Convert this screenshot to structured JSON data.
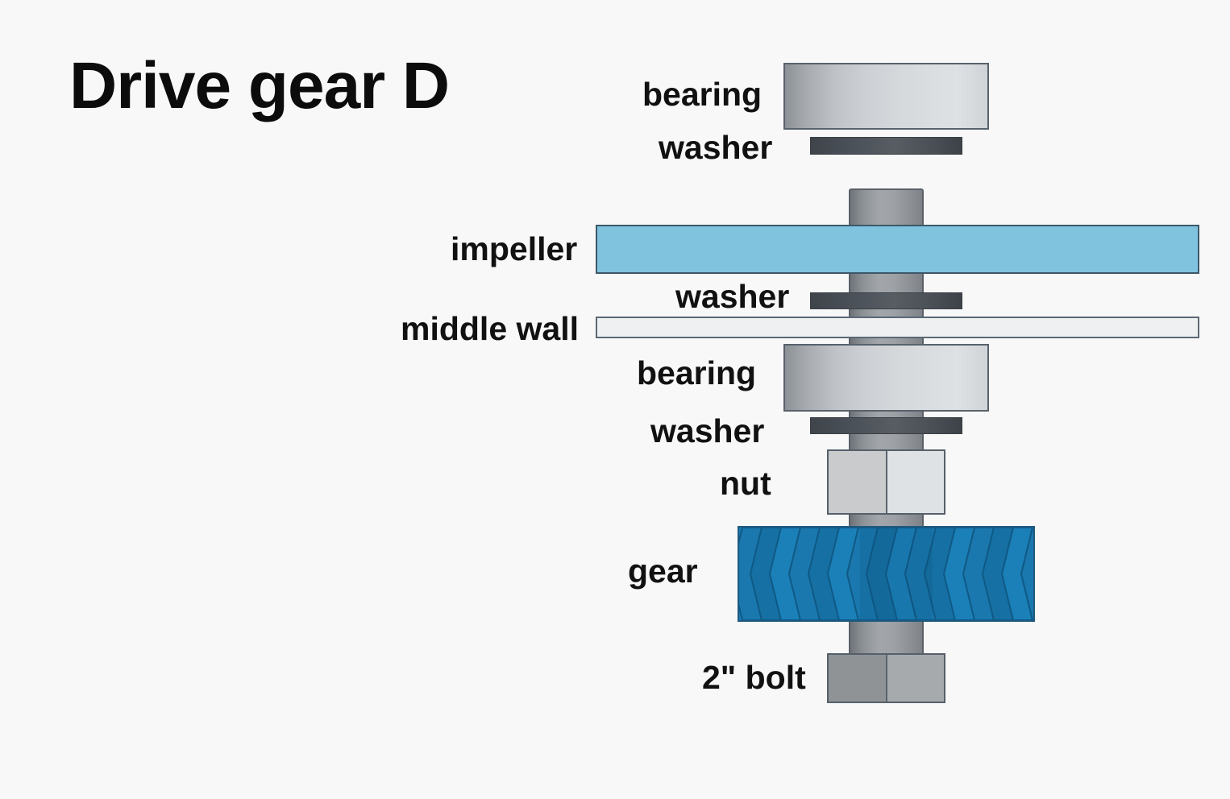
{
  "title": "Drive gear D",
  "labels": {
    "bearing_top": "bearing",
    "washer_top": "washer",
    "impeller": "impeller",
    "washer_mid": "washer",
    "middle_wall": "middle wall",
    "bearing_low": "bearing",
    "washer_low": "washer",
    "nut": "nut",
    "gear": "gear",
    "bolt": "2\" bolt"
  },
  "colors": {
    "background": "#f8f8f8",
    "impeller": "#7fc3de",
    "gear": "#1a7ab0",
    "gear_dark": "#0f5f8e",
    "washer": "#4f555b",
    "bearing": "#d0d4d7",
    "middle_wall": "#eef0f1"
  }
}
